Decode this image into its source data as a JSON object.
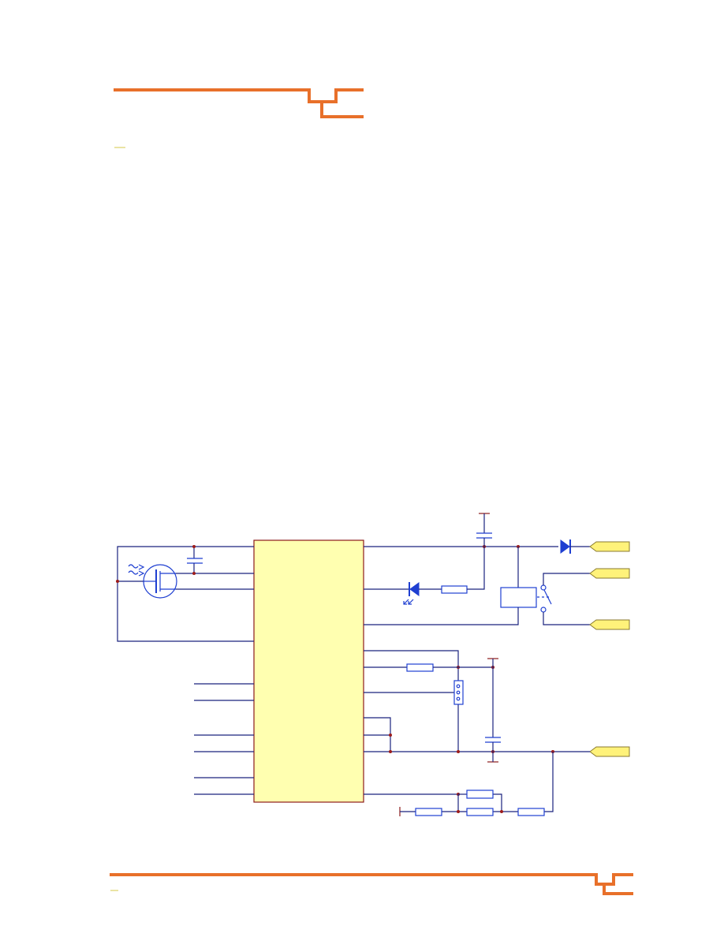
{
  "colors": {
    "brand": "#e8702a",
    "wire": "#1a237e",
    "junction": "#9c1b1b",
    "part": "#1f3fd1",
    "ic_fill": "#ffffb0",
    "ic_stroke": "#8b1a1a",
    "port_fill": "#fff27a",
    "port_stroke": "#8a7a30",
    "rail": "#8b1a1a",
    "mark": "#d4c84a"
  },
  "icons": {
    "header_logo": "circuit-trace-logo-icon",
    "footer_logo": "circuit-trace-logo-icon"
  },
  "diagram": {
    "components": [
      "pir-sensor",
      "decoupling-capacitor",
      "controller-ic",
      "indicator-led",
      "led-resistor",
      "supply-capacitor",
      "rectifier-diode",
      "relay-coil",
      "relay-contact",
      "bias-resistor",
      "jumper",
      "timing-capacitor",
      "divider-resistor-1",
      "divider-resistor-2",
      "divider-resistor-3",
      "divider-resistor-4"
    ],
    "ports": [
      "port-1",
      "port-2",
      "port-3",
      "port-4"
    ]
  }
}
